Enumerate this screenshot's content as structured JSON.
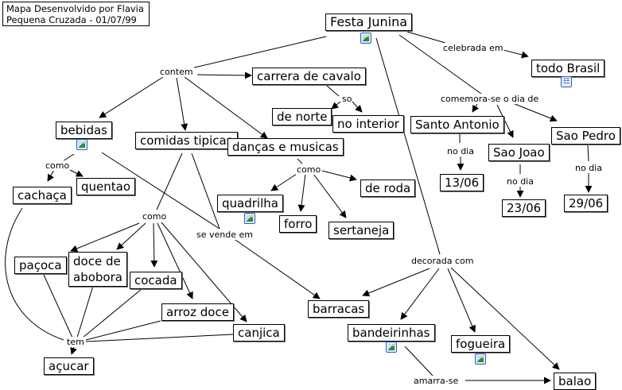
{
  "credit": {
    "line1": "Mapa Desenvolvido por Flavia",
    "line2": "Pequena Cruzada - 01/07/99"
  },
  "concepts": {
    "festa_junina": "Festa Junina",
    "todo_brasil": "todo Brasil",
    "carrera_de_cavalo": "carrera de cavalo",
    "de_norte": "de norte",
    "no_interior": "no interior",
    "santo_antonio": "Santo Antonio",
    "sao_joao": "Sao  Joao",
    "sao_pedro": "Sao Pedro",
    "d1306": "13/06",
    "d2306": "23/06",
    "d2906": "29/06",
    "bebidas": "bebidas",
    "cachaca": "cachaça",
    "quentao": "quentao",
    "comidas_tipicas": "comidas tipicas",
    "dancas_e_musicas": "danças e musicas",
    "quadrilha": "quadrilha",
    "forro": "forro",
    "sertaneja": "sertaneja",
    "de_roda": "de roda",
    "pacoca": "paçoca",
    "doce_de_abobora": "doce de abobora",
    "cocada": "cocada",
    "arroz_doce": "arroz doce",
    "canjica": "canjica",
    "acucar": "açucar",
    "barracas": "barracas",
    "bandeirinhas": "bandeirinhas",
    "fogueira": "fogueira",
    "balao": "balao"
  },
  "links": {
    "contem": "contem",
    "celebrada_em": "celebrada em",
    "so": "so",
    "comemora": "comemora-se o dia de",
    "no_dia_1": "no dia",
    "no_dia_2": "no dia",
    "no_dia_3": "no dia",
    "como_bebidas": "como",
    "como_dancas": "como",
    "como_comidas": "como",
    "se_vende_em": "se vende em",
    "tem": "tem",
    "decorada_com": "decorada com",
    "amarra_se": "amarra-se"
  },
  "icons": {
    "image": "image-resource-icon",
    "submap": "concept-map-resource-icon"
  }
}
